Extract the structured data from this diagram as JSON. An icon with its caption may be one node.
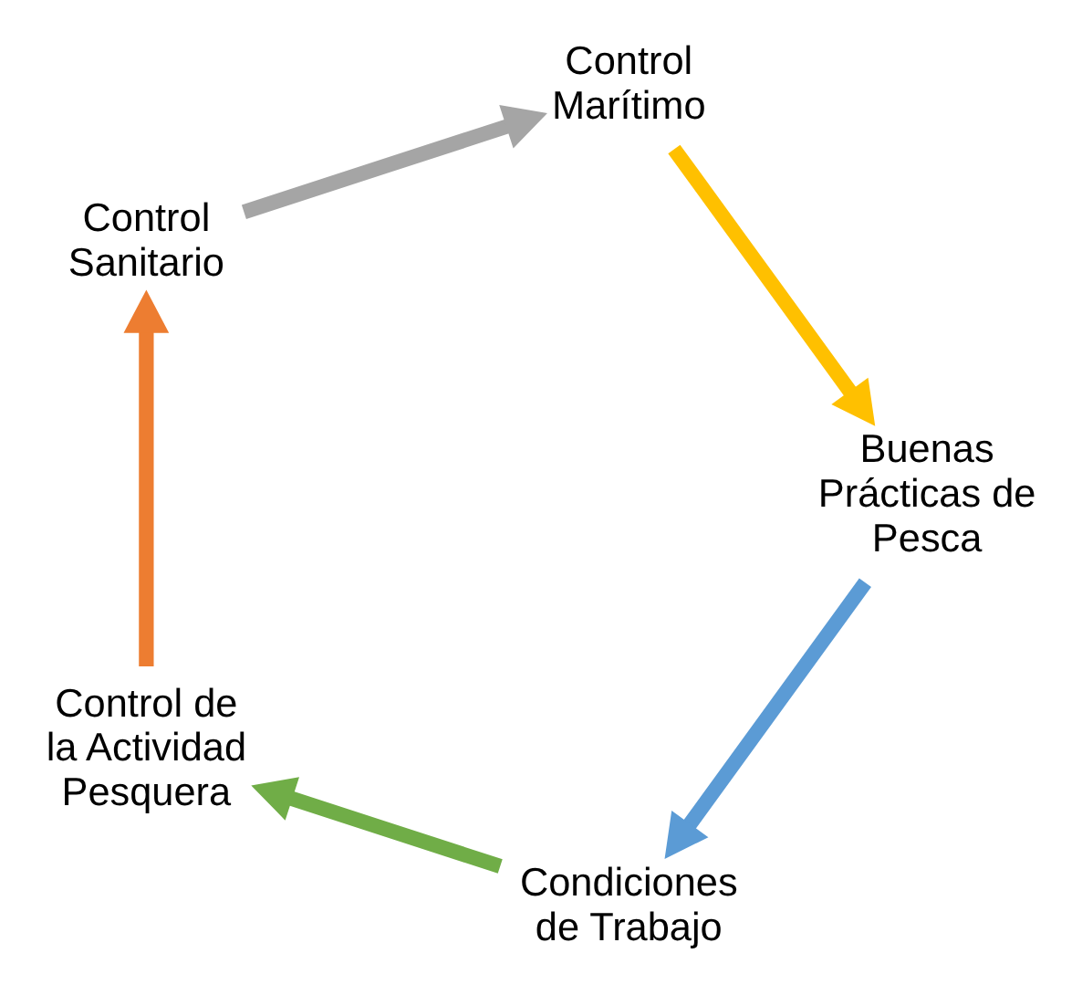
{
  "diagram": {
    "nodes": [
      {
        "text": [
          "Condiciones de Trabajo"
        ]
      },
      {
        "text": [
          "Control de la Actividad Pesquera"
        ]
      },
      {
        "text": [
          "Control Sanitario"
        ]
      },
      {
        "text": [
          "Control Marítimo"
        ]
      },
      {
        "text": [
          "Buenas Prácticas de Pesca"
        ]
      }
    ],
    "edges": [
      {
        "from": 0,
        "to": 1,
        "arrow": "to",
        "color": "#70ad47"
      },
      {
        "from": 1,
        "to": 2,
        "arrow": "to",
        "color": "#ed7d31"
      },
      {
        "from": 2,
        "to": 3,
        "arrow": "to",
        "color": "#a5a5a5"
      },
      {
        "from": 3,
        "to": 4,
        "arrow": "to",
        "color": "#ffc000"
      },
      {
        "from": 4,
        "to": 0,
        "arrow": "to",
        "color": "#5b9bd5"
      }
    ]
  }
}
